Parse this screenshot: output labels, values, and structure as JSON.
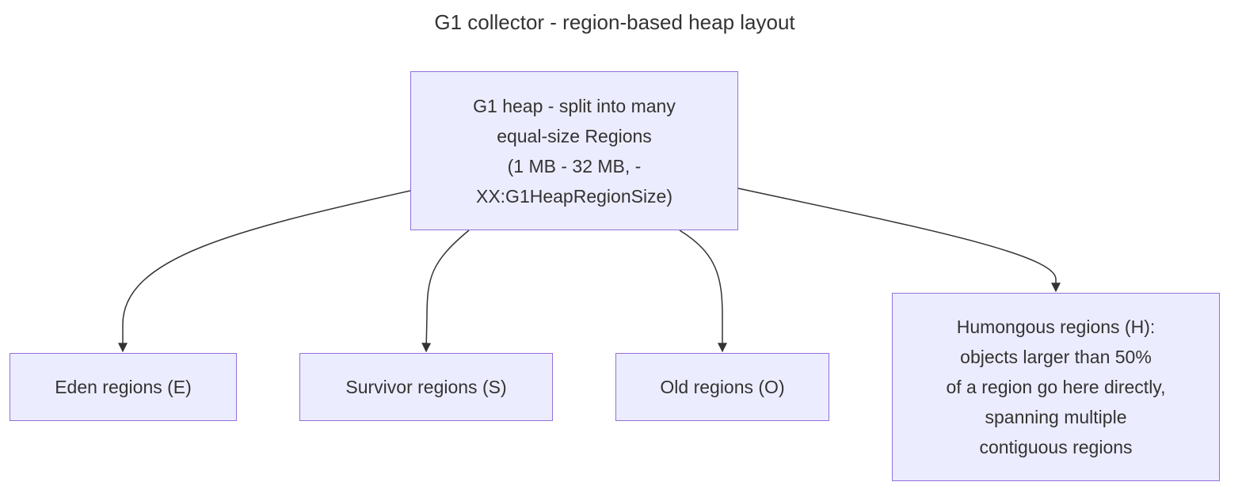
{
  "diagram": {
    "title": "G1 collector - region-based heap layout",
    "nodes": {
      "heap": "G1 heap - split into many\nequal-size Regions\n(1 MB - 32 MB, -\nXX:G1HeapRegionSize)",
      "eden": "Eden regions (E)",
      "survivor": "Survivor regions (S)",
      "old": "Old regions (O)",
      "humongous": "Humongous regions (H):\nobjects larger than 50%\nof a region go here directly,\nspanning multiple\ncontiguous regions"
    },
    "edges": [
      {
        "from": "heap",
        "to": "eden"
      },
      {
        "from": "heap",
        "to": "survivor"
      },
      {
        "from": "heap",
        "to": "old"
      },
      {
        "from": "heap",
        "to": "humongous"
      }
    ],
    "colors": {
      "node_fill": "#ececff",
      "node_border": "#9370db",
      "edge": "#333333",
      "text": "#333333"
    }
  }
}
